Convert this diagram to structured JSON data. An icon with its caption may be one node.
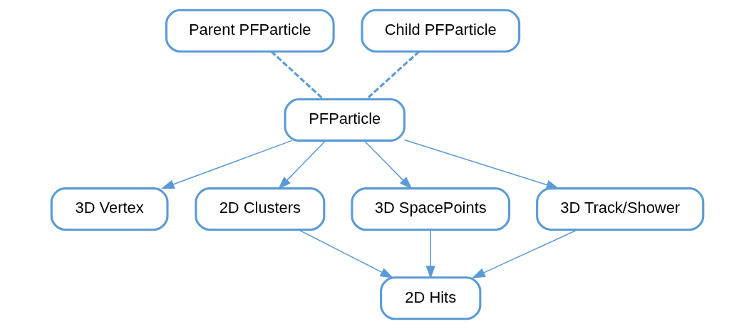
{
  "diagram": {
    "nodes": [
      {
        "text": [
          "Parent PFParticle"
        ]
      },
      {
        "text": [
          "Child PFParticle"
        ]
      },
      {
        "text": [
          "PFParticle"
        ]
      },
      {
        "text": [
          "3D Vertex"
        ]
      },
      {
        "text": [
          "2D Clusters"
        ]
      },
      {
        "text": [
          "3D SpacePoints"
        ]
      },
      {
        "text": [
          "3D Track/Shower"
        ]
      },
      {
        "text": [
          "2D Hits"
        ]
      }
    ],
    "edges": [
      {
        "from": 0,
        "to": 2,
        "arrow": "none",
        "style": "dashed"
      },
      {
        "from": 1,
        "to": 2,
        "arrow": "none",
        "style": "dashed"
      },
      {
        "from": 2,
        "to": 3,
        "arrow": "to"
      },
      {
        "from": 2,
        "to": 4,
        "arrow": "to"
      },
      {
        "from": 2,
        "to": 5,
        "arrow": "to"
      },
      {
        "from": 2,
        "to": 6,
        "arrow": "to"
      },
      {
        "from": 4,
        "to": 7,
        "arrow": "to"
      },
      {
        "from": 5,
        "to": 7,
        "arrow": "to"
      },
      {
        "from": 6,
        "to": 7,
        "arrow": "to"
      }
    ]
  }
}
